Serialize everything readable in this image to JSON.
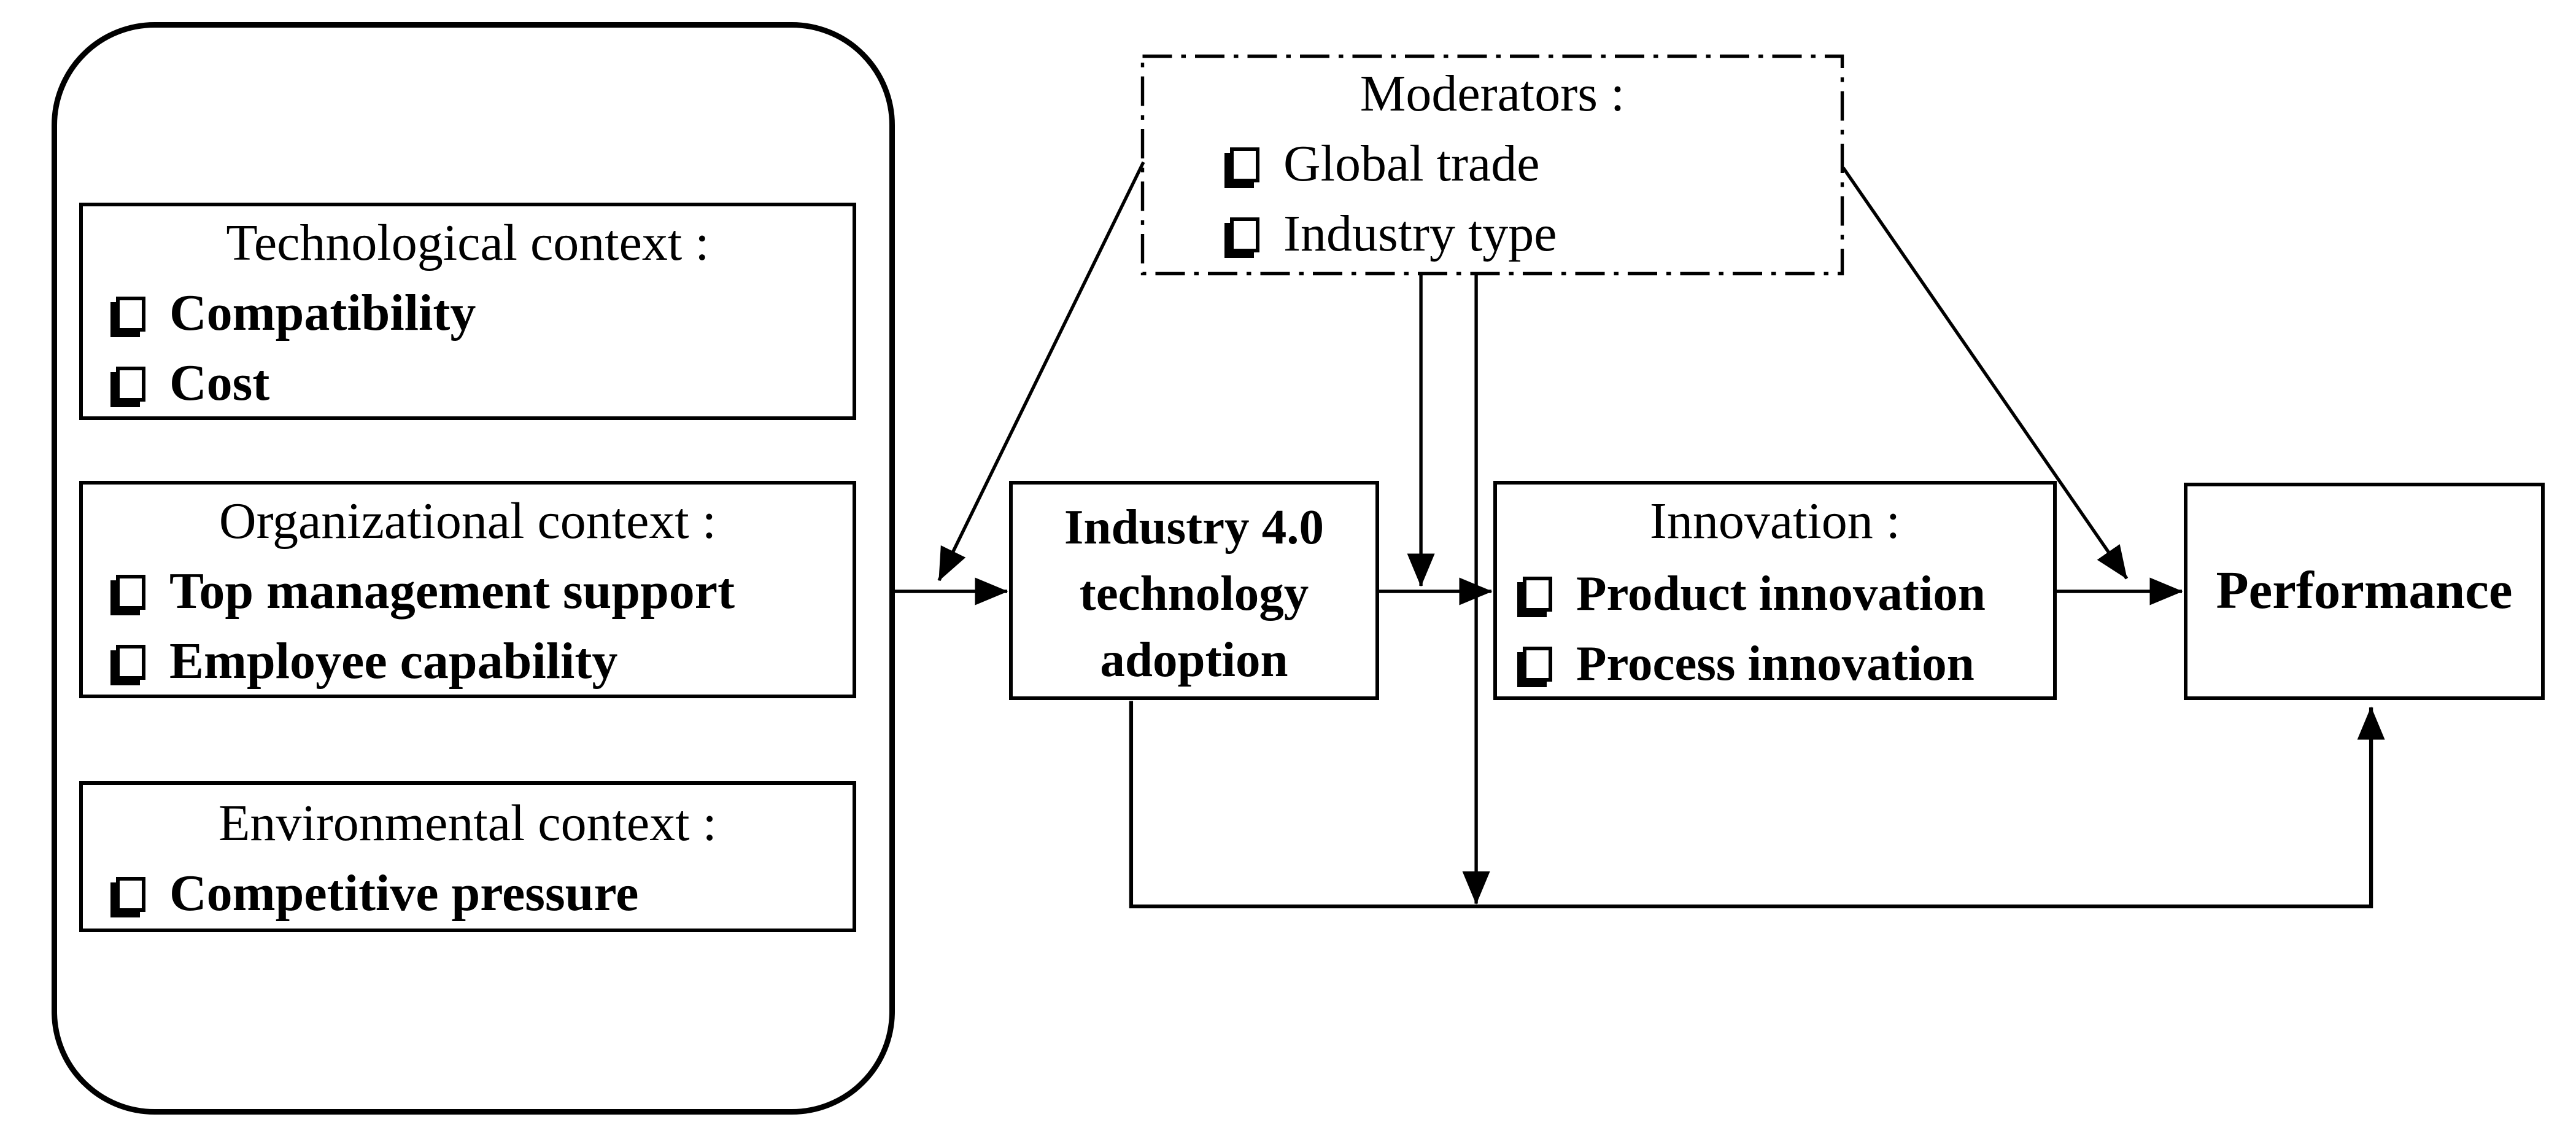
{
  "figure": {
    "background": "#ffffff",
    "line_color": "#000000",
    "toe": {
      "technological": {
        "title": "Technological context :",
        "items": [
          "Compatibility",
          "Cost"
        ]
      },
      "organizational": {
        "title": "Organizational context :",
        "items": [
          "Top management support",
          "Employee capability"
        ]
      },
      "environmental": {
        "title": "Environmental context :",
        "items": [
          "Competitive pressure"
        ]
      }
    },
    "moderators": {
      "title": "Moderators :",
      "items": [
        "Global trade",
        "Industry type"
      ]
    },
    "adoption": {
      "line1": "Industry 4.0",
      "line2": "technology",
      "line3": "adoption"
    },
    "innovation": {
      "title": "Innovation :",
      "items": [
        "Product innovation",
        "Process innovation"
      ]
    },
    "performance": {
      "label": "Performance"
    },
    "edges": [
      "TOE context container -> Industry 4.0 technology adoption",
      "Industry 4.0 technology adoption -> Innovation",
      "Innovation -> Performance",
      "Industry 4.0 technology adoption -> Performance (bottom feedback path)",
      "Moderators -> (TOE -> adoption) link",
      "Moderators -> (adoption -> innovation) link",
      "Moderators -> (adoption -> performance bottom) link",
      "Moderators -> (innovation -> performance) link"
    ]
  }
}
